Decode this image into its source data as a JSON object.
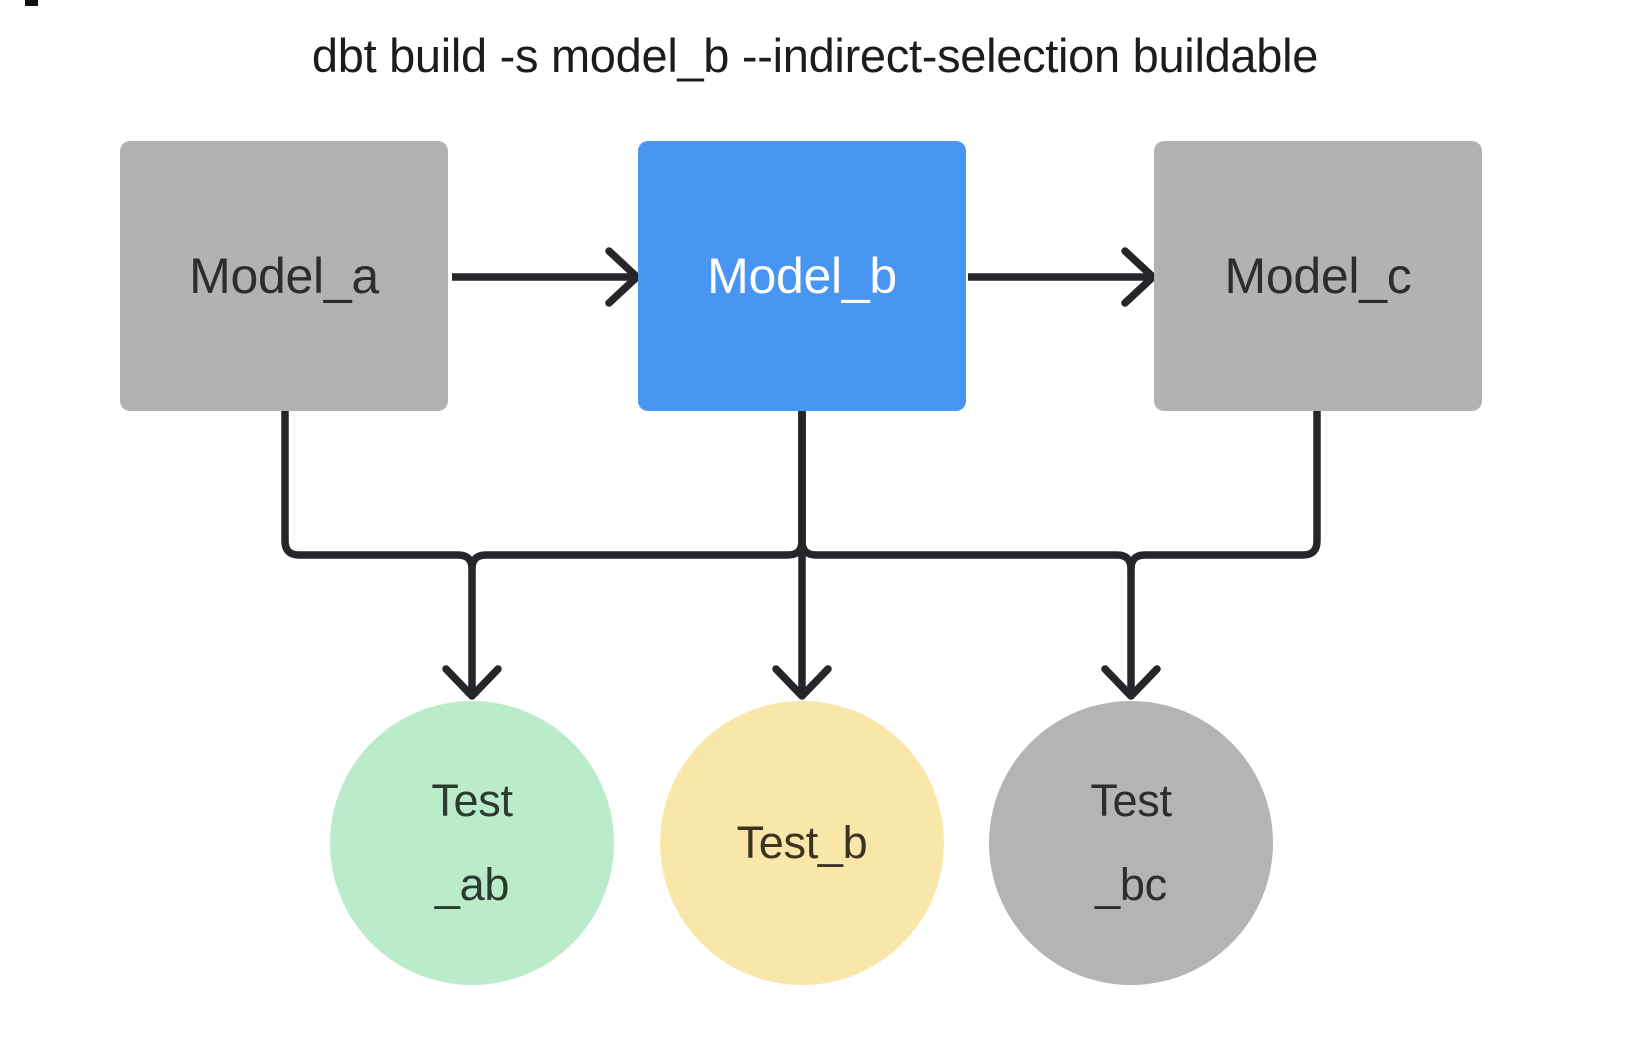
{
  "title": "dbt build -s model_b --indirect-selection buildable",
  "colors": {
    "canvas": "#ffffff",
    "edge": "#26262a",
    "selected_accent": "#4896f2"
  },
  "models": [
    {
      "id": "model_a",
      "label": "Model_a",
      "fill": "#b2b2b2",
      "text_color": "#2d2d2d",
      "selected": false
    },
    {
      "id": "model_b",
      "label": "Model_b",
      "fill": "#4896f2",
      "text_color": "#ffffff",
      "selected": true
    },
    {
      "id": "model_c",
      "label": "Model_c",
      "fill": "#b2b2b2",
      "text_color": "#2d2d2d",
      "selected": false
    }
  ],
  "tests": [
    {
      "id": "test_ab",
      "label_lines": [
        "Test",
        "_ab"
      ],
      "fill": "#baeccb",
      "text_color": "#2c3a2f"
    },
    {
      "id": "test_b",
      "label_lines": [
        "Test_b"
      ],
      "fill": "#f9e6a9",
      "text_color": "#3b3323"
    },
    {
      "id": "test_bc",
      "label_lines": [
        "Test",
        "_bc"
      ],
      "fill": "#b4b4b4",
      "text_color": "#2d2d2d"
    }
  ],
  "edges": [
    {
      "from": "Model_a",
      "to": "Model_b"
    },
    {
      "from": "Model_b",
      "to": "Model_c"
    },
    {
      "from": "Model_a",
      "to": "Test_ab"
    },
    {
      "from": "Model_b",
      "to": "Test_ab"
    },
    {
      "from": "Model_b",
      "to": "Test_b"
    },
    {
      "from": "Model_b",
      "to": "Test_bc"
    },
    {
      "from": "Model_c",
      "to": "Test_bc"
    }
  ]
}
